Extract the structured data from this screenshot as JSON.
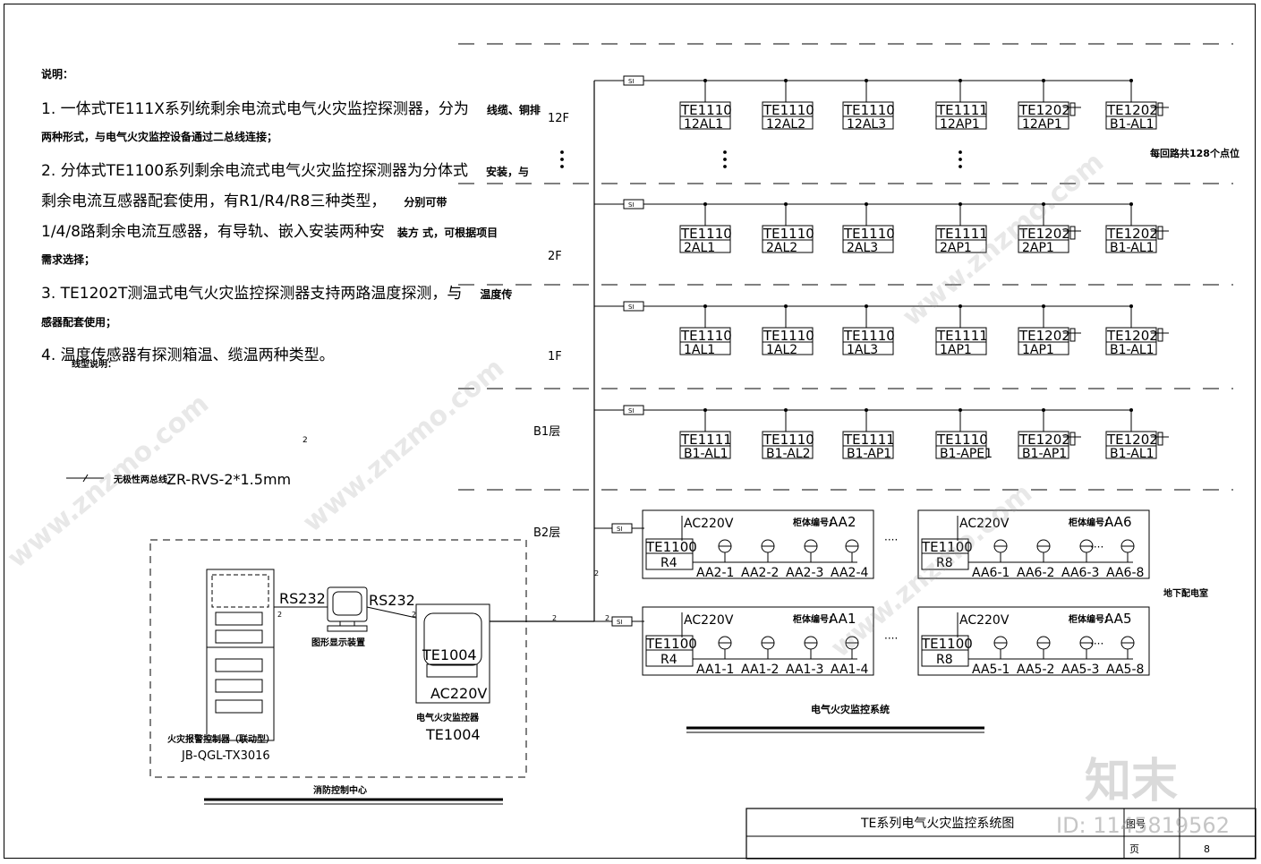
{
  "notes": {
    "title": "说明：",
    "l1a": "1. 一体式TE111X系列统剩余电流式电气火灾监控探测器，分为",
    "l1b": "线缆、铜排",
    "l2": "两种形式，与电气火灾监控设备通过二总线连接；",
    "l3a": "2. 分体式TE1100系列剩余电流式电气火灾监控探测器为分体式",
    "l3b": "安装，与",
    "l4a": "剩余电流互感器配套使用，有R1/R4/R8三种类型，",
    "l4b": "分别可带",
    "l5a": "1/4/8路剩余电流互感器，有导轨、嵌入安装两种安",
    "l5b": "装方  式，可根据项目",
    "l6": "需求选择；",
    "l7a": "3. TE1202T测温式电气火灾监控探测器支持两路温度探测，与",
    "l7b": "温度传",
    "l8": "感器配套使用；",
    "l9": "4. 温度传感器有探测箱温、缆温两种类型。",
    "l10": "线型说明：",
    "mark2": "2",
    "legend_label": "无极性两总线：",
    "legend_value": "ZR-RVS-2*1.5mm"
  },
  "floors": [
    {
      "label": "12F",
      "si": "SI",
      "devices": [
        {
          "model": "TE1110",
          "code": "12AL1"
        },
        {
          "model": "TE1110",
          "code": "12AL2"
        },
        {
          "model": "TE1110",
          "code": "12AL3"
        },
        {
          "model": "TE1111",
          "code": "12AP1"
        },
        {
          "model": "TE1202",
          "code": "12AP1"
        },
        {
          "model": "TE1202",
          "code": "B1-AL1"
        }
      ]
    },
    {
      "label": "2F",
      "si": "SI",
      "devices": [
        {
          "model": "TE1110",
          "code": "2AL1"
        },
        {
          "model": "TE1110",
          "code": "2AL2"
        },
        {
          "model": "TE1110",
          "code": "2AL3"
        },
        {
          "model": "TE1111",
          "code": "2AP1"
        },
        {
          "model": "TE1202",
          "code": "2AP1"
        },
        {
          "model": "TE1202",
          "code": "B1-AL1"
        }
      ]
    },
    {
      "label": "1F",
      "si": "SI",
      "devices": [
        {
          "model": "TE1110",
          "code": "1AL1"
        },
        {
          "model": "TE1110",
          "code": "1AL2"
        },
        {
          "model": "TE1110",
          "code": "1AL3"
        },
        {
          "model": "TE1111",
          "code": "1AP1"
        },
        {
          "model": "TE1202",
          "code": "1AP1"
        },
        {
          "model": "TE1202",
          "code": "B1-AL1"
        }
      ]
    },
    {
      "label": "B1层",
      "si": "SI",
      "devices": [
        {
          "model": "TE1111",
          "code": "B1-AL1"
        },
        {
          "model": "TE1110",
          "code": "B1-AL2"
        },
        {
          "model": "TE1111",
          "code": "B1-AP1"
        },
        {
          "model": "TE1110",
          "code": "B1-APE1"
        },
        {
          "model": "TE1202",
          "code": "B1-AP1"
        },
        {
          "model": "TE1202",
          "code": "B1-AL1"
        }
      ]
    }
  ],
  "b2": {
    "label": "B2层",
    "si": "SI",
    "room_note": "地下配电室",
    "cabinets": [
      {
        "power": "AC220V",
        "cab_label": "柜体编号：",
        "cab_id": "AA2",
        "model": "TE1100",
        "type": "R4",
        "circuits": [
          "AA2-1",
          "AA2-2",
          "AA2-3",
          "AA2-4"
        ]
      },
      {
        "power": "AC220V",
        "cab_label": "柜体编号：",
        "cab_id": "AA6",
        "model": "TE1100",
        "type": "R8",
        "circuits": [
          "AA6-1",
          "AA6-2",
          "AA6-3",
          "AA6-8"
        ]
      },
      {
        "power": "AC220V",
        "cab_label": "柜体编号：",
        "cab_id": "AA1",
        "model": "TE1100",
        "type": "R4",
        "circuits": [
          "AA1-1",
          "AA1-2",
          "AA1-3",
          "AA1-4"
        ]
      },
      {
        "power": "AC220V",
        "cab_label": "柜体编号：",
        "cab_id": "AA5",
        "model": "TE1100",
        "type": "R8",
        "circuits": [
          "AA5-1",
          "AA5-2",
          "AA5-3",
          "AA5-8"
        ]
      }
    ],
    "ellipsis": "····"
  },
  "points_note": "每回路共128个点位",
  "system_title": "电气火灾监控系统",
  "control_center": {
    "title": "消防控制中心",
    "rs232_a": "RS232",
    "rs232_b": "RS232",
    "display_label": "图形显示装置",
    "panel_label": "火灾报警控制器（联动型）",
    "panel_model": "JB-QGL-TX3016",
    "monitor_model": "TE1004",
    "monitor_power": "AC220V",
    "monitor_label": "电气火灾监控器",
    "monitor_model2": "TE1004",
    "bus_mark": "2"
  },
  "title_block": {
    "drawing_title": "TE系列电气火灾监控系统图",
    "fig_no_label": "图号",
    "page_label": "页",
    "page_no": "8"
  },
  "watermark": {
    "logo": "知末",
    "id": "ID: 1145819562",
    "site": "www.znzmo.com"
  }
}
